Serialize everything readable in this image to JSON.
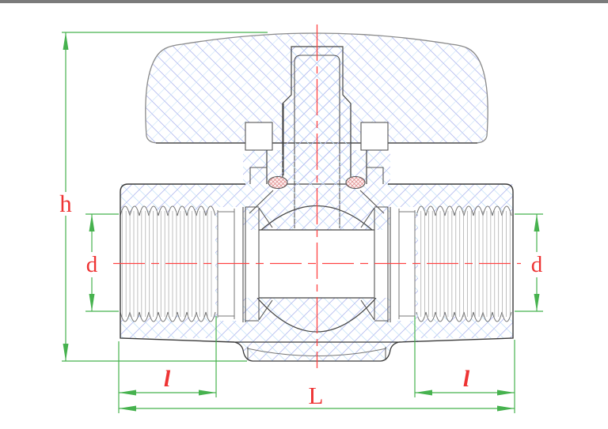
{
  "page": {
    "background": "#ffffff",
    "top_bar_color": "#7b7b7b"
  },
  "drawing": {
    "title": "Ball valve cross-section drawing",
    "type": "technical-section",
    "labels": {
      "height": "h",
      "bore_left": "d",
      "bore_right": "d",
      "thread_length_left": "l",
      "thread_length_right": "l",
      "overall_length": "L"
    },
    "colors": {
      "dimension_green": "#46b24e",
      "label_red": "#ee3333",
      "centerline_red": "#ff4444",
      "outline_dark": "#3a3a3a",
      "handle_outline": "#8a8a8a",
      "thread_gray": "#a9a9a9",
      "hatch_lavender": "#b6bcf0",
      "hatch_blue": "#c8e4f8",
      "oring_red": "#dd8888"
    }
  }
}
